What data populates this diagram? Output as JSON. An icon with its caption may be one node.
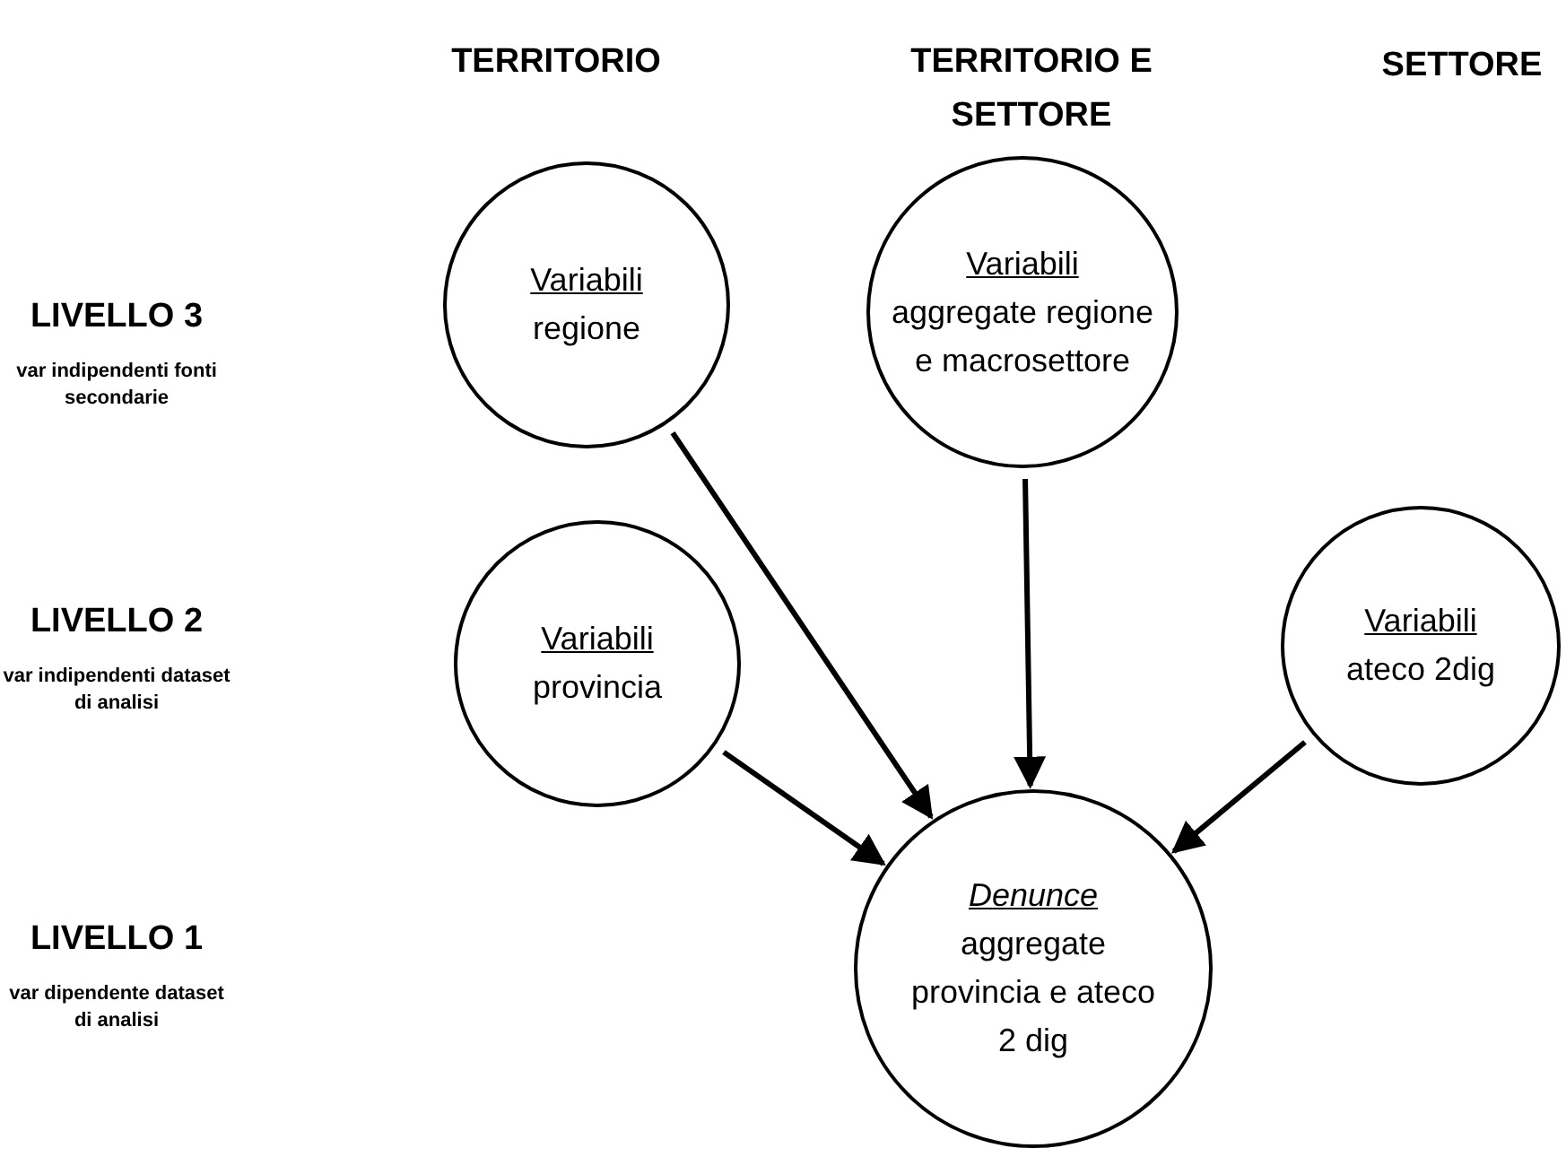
{
  "diagram": {
    "nodes": [
      {
        "text": [
          "Variabili",
          "regione"
        ]
      },
      {
        "text": [
          "Variabili",
          "aggregate regione e macrosettore"
        ]
      },
      {
        "text": [
          "Variabili",
          "provincia"
        ]
      },
      {
        "text": [
          "Variabili",
          "ateco 2dig"
        ]
      },
      {
        "text": [
          "Denunce",
          "aggregate provincia e ateco 2 dig"
        ]
      }
    ],
    "edges": [
      {
        "from": 0,
        "to": 4,
        "arrow": "to"
      },
      {
        "from": 1,
        "to": 4,
        "arrow": "to"
      },
      {
        "from": 2,
        "to": 4,
        "arrow": "to"
      },
      {
        "from": 3,
        "to": 4,
        "arrow": "to"
      }
    ],
    "labels": [
      "TERRITORIO",
      "TERRITORIO E SETTORE",
      "SETTORE",
      "LIVELLO 3",
      "var indipendenti fonti secondarie",
      "LIVELLO 2",
      "var indipendenti dataset di analisi",
      "LIVELLO 1",
      "var dipendente dataset di analisi"
    ]
  }
}
